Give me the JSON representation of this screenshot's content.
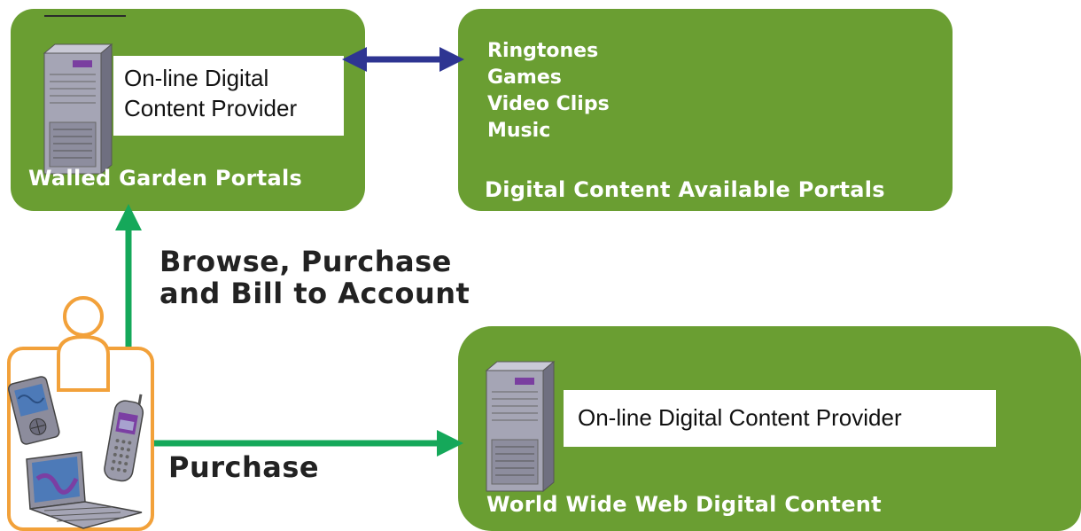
{
  "walled_garden": {
    "provider_label_line1": "On-line Digital",
    "provider_label_line2": "Content Provider",
    "title": "Walled Garden Portals"
  },
  "content_portals": {
    "items": [
      "Ringtones",
      "Games",
      "Video Clips",
      "Music"
    ],
    "title": "Digital Content Available Portals"
  },
  "www": {
    "provider_label": "On-line Digital Content Provider",
    "title": "World Wide Web Digital Content"
  },
  "flows": {
    "browse_line1": "Browse, Purchase",
    "browse_line2": "and Bill to Account",
    "purchase": "Purchase"
  },
  "colors": {
    "box_green": "#6a9e32",
    "arrow_green": "#15a85a",
    "arrow_blue": "#2e3592",
    "user_orange": "#f2a13a"
  },
  "icons": [
    "server-icon",
    "pda-icon",
    "mobile-phone-icon",
    "laptop-icon",
    "person-icon"
  ]
}
